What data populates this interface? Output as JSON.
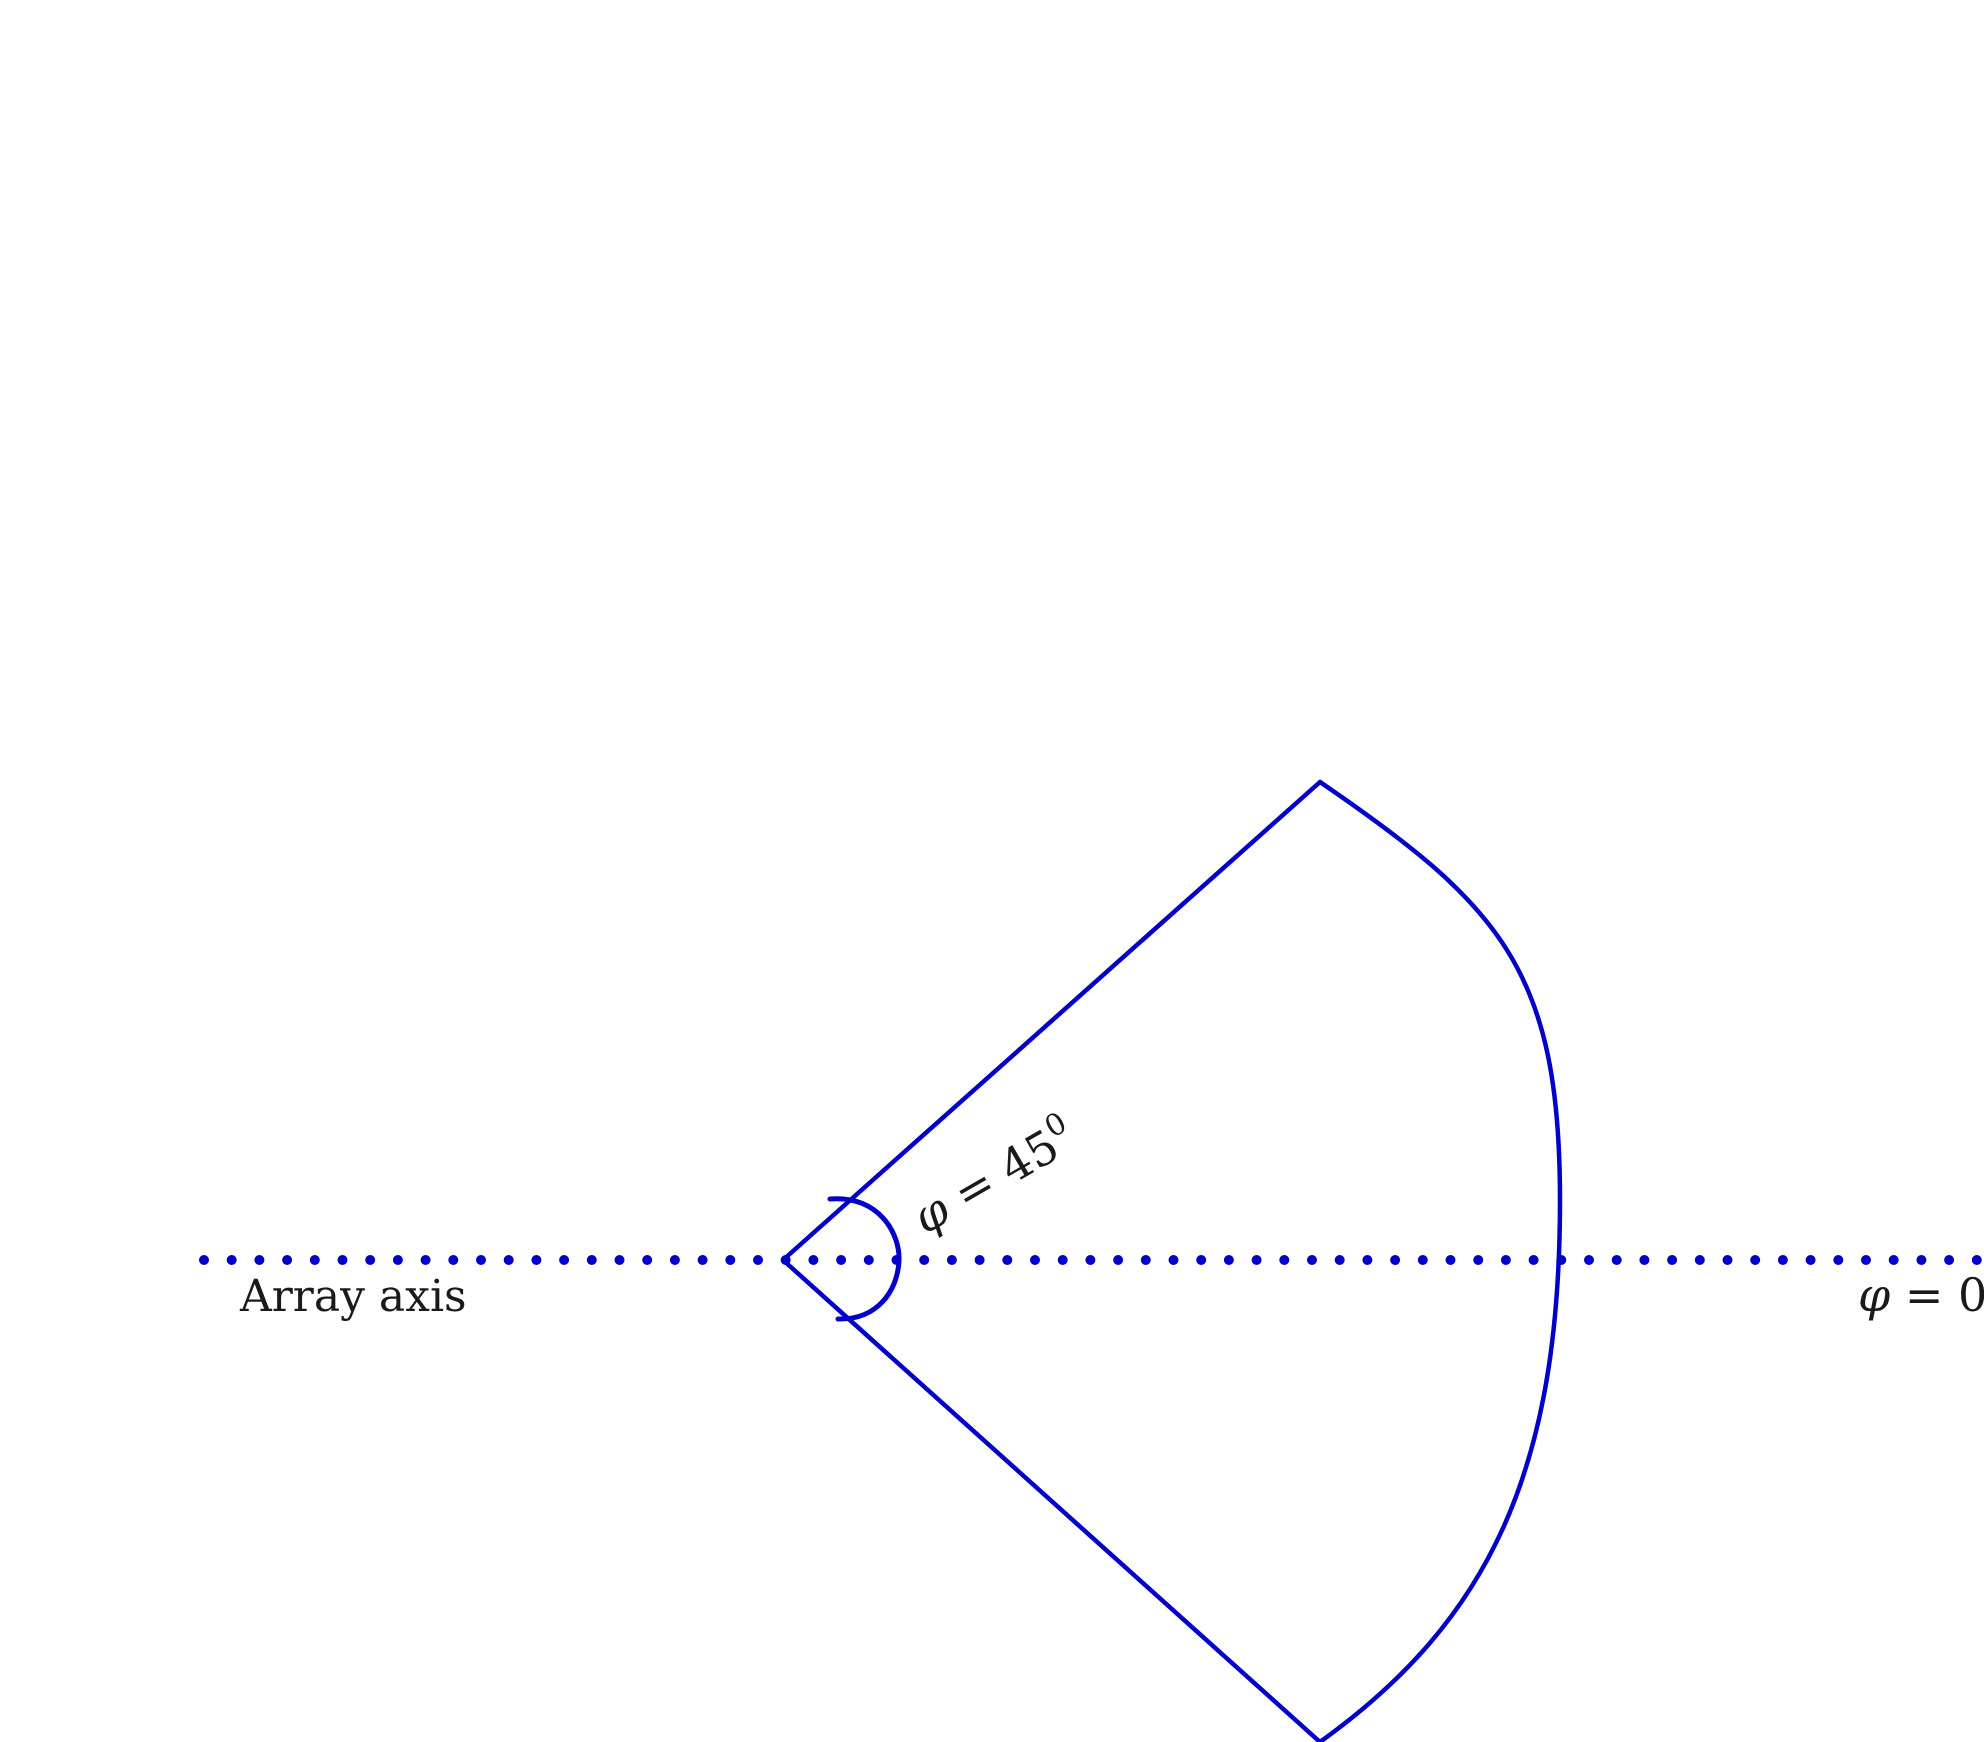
{
  "diagram": {
    "axis_label": "Array axis",
    "angle_label": {
      "symbol": "φ",
      "equals": " = ",
      "value": "45",
      "superscript": "0"
    },
    "zero_label": {
      "symbol": "φ",
      "equals": " = ",
      "value": "0"
    },
    "beam_half_angle_deg": 45,
    "colors": {
      "stroke": "#0000c8",
      "text": "#1a1a1a",
      "background": "#ffffff"
    }
  }
}
